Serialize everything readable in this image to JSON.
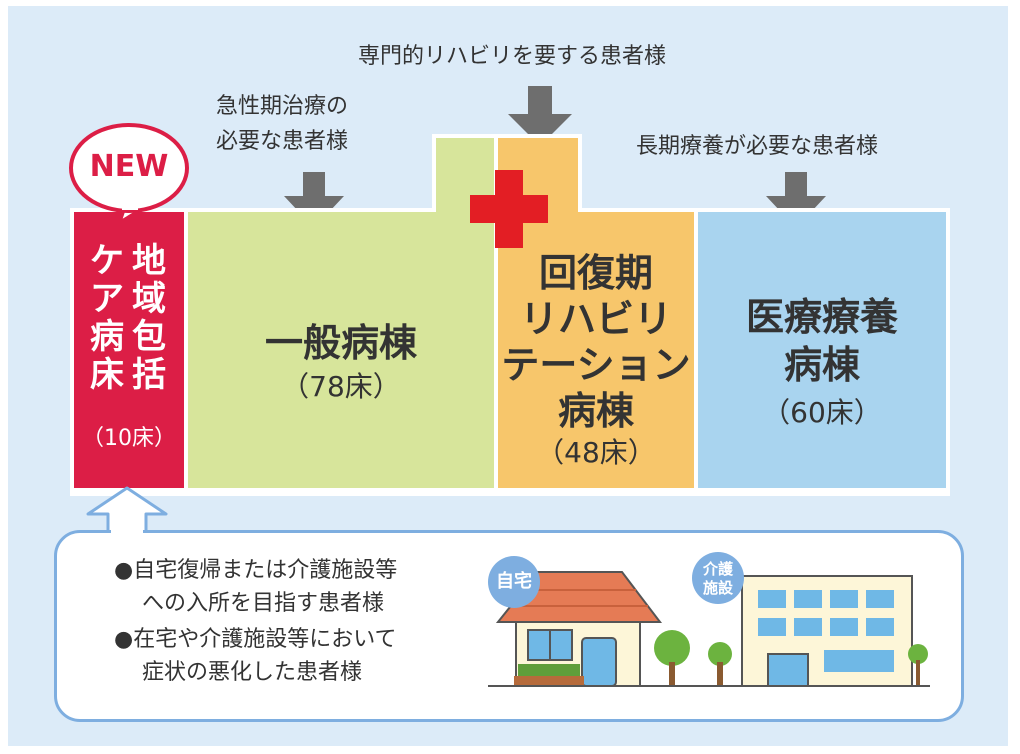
{
  "top_labels": {
    "rehab_patients": "専門的リハビリを要する患者様",
    "acute_patients_line1": "急性期治療の",
    "acute_patients_line2": "必要な患者様",
    "longterm_patients": "長期療養が必要な患者様"
  },
  "new_badge": "NEW",
  "wards": {
    "community": {
      "name_col1": "ケア病床",
      "name_col2": "地域包括",
      "beds": "（10床）"
    },
    "general": {
      "name": "一般病棟",
      "beds": "（78床）"
    },
    "rehab": {
      "name_line1": "回復期",
      "name_line2": "リハビリ",
      "name_line3": "テーション",
      "name_line4": "病棟",
      "beds": "（48床）"
    },
    "medical_care": {
      "name_line1": "医療療養",
      "name_line2": "病棟",
      "beds": "（60床）"
    }
  },
  "info_box": {
    "bullet1_line1": "●自宅復帰または介護施設等",
    "bullet1_line2": "への入所を目指す患者様",
    "bullet2_line1": "●在宅や介護施設等において",
    "bullet2_line2": "症状の悪化した患者様",
    "home_tag": "自宅",
    "facility_tag_line1": "介護",
    "facility_tag_line2": "施設"
  },
  "colors": {
    "background": "#dcebf8",
    "community_ward": "#dc1e46",
    "general_ward": "#d7e59b",
    "rehab_ward": "#f7c66b",
    "medical_ward": "#a9d4ef",
    "arrow": "#6e6e6e",
    "cross": "#e31e24"
  }
}
